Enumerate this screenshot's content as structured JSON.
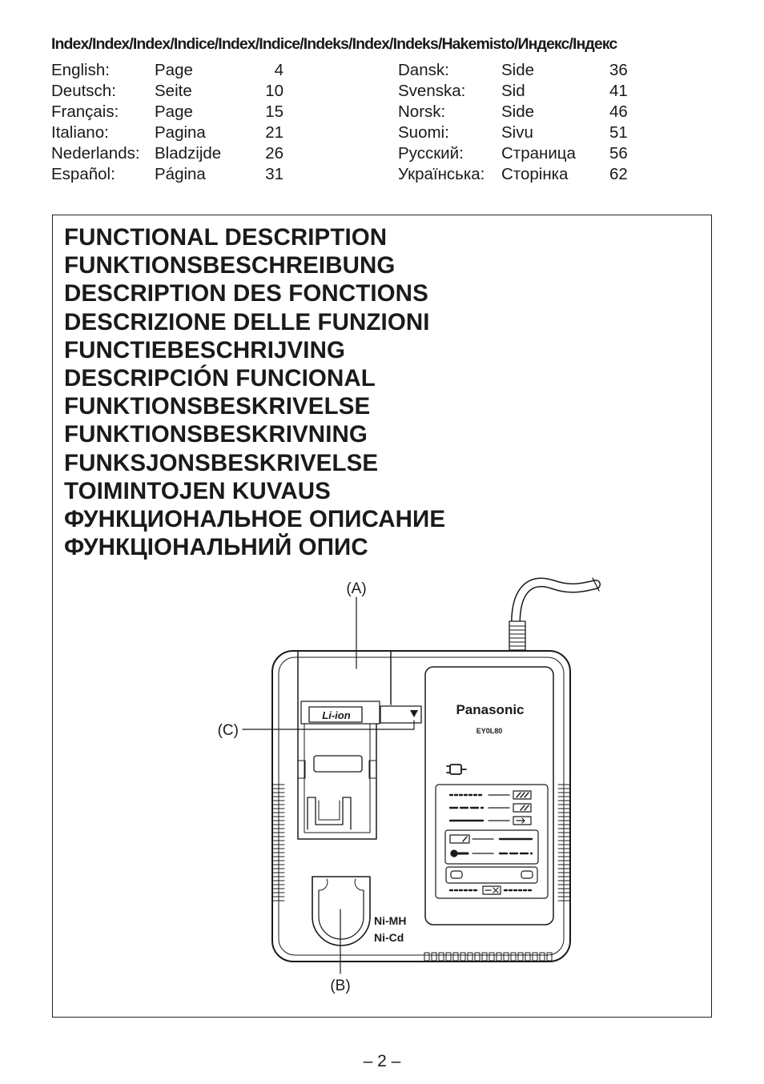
{
  "index": {
    "title": "Index/Index/Index/Indice/Index/Indice/Indeks/Index/Indeks/Hakemisto/Индекс/Індекс",
    "left": [
      {
        "language": "English:",
        "word": "Page",
        "page": "4"
      },
      {
        "language": "Deutsch:",
        "word": "Seite",
        "page": "10"
      },
      {
        "language": "Français:",
        "word": "Page",
        "page": "15"
      },
      {
        "language": "Italiano:",
        "word": "Pagina",
        "page": "21"
      },
      {
        "language": "Nederlands:",
        "word": "Bladzijde",
        "page": "26"
      },
      {
        "language": "Español:",
        "word": "Página",
        "page": "31"
      }
    ],
    "right": [
      {
        "language": "Dansk:",
        "word": "Side",
        "page": "36"
      },
      {
        "language": "Svenska:",
        "word": "Sid",
        "page": "41"
      },
      {
        "language": "Norsk:",
        "word": "Side",
        "page": "46"
      },
      {
        "language": "Suomi:",
        "word": "Sivu",
        "page": "51"
      },
      {
        "language": "Русский:",
        "word": "Страница",
        "page": "56"
      },
      {
        "language": "Українська:",
        "word": "Сторінка",
        "page": "62"
      }
    ]
  },
  "headings": [
    "FUNCTIONAL DESCRIPTION",
    "FUNKTIONSBESCHREIBUNG",
    "DESCRIPTION DES FONCTIONS",
    "DESCRIZIONE DELLE FUNZIONI",
    "FUNCTIEBESCHRIJVING",
    "DESCRIPCIÓN FUNCIONAL",
    "FUNKTIONSBESKRIVELSE",
    "FUNKTIONSBESKRIVNING",
    "FUNKSJONSBESKRIVELSE",
    "TOIMINTOJEN KUVAUS",
    "ФУНКЦИОНАЛЬНОЕ ОПИСАНИЕ",
    "ФУНКЦІОНАЛЬНИЙ ОПИС"
  ],
  "diagram": {
    "callouts": {
      "a": "(A)",
      "b": "(B)",
      "c": "(C)"
    },
    "brand": "Panasonic",
    "model": "EY0L80",
    "li_ion_label": "Li-ion",
    "battery_type_1": "Ni-MH",
    "battery_type_2": "Ni-Cd",
    "icons": [
      "power-plug-icon",
      "battery-full-icon",
      "battery-charging-icon",
      "battery-insert-icon",
      "battery-hot-icon",
      "thermometer-icon",
      "battery-fault-icon"
    ]
  },
  "page_number": "– 2 –"
}
